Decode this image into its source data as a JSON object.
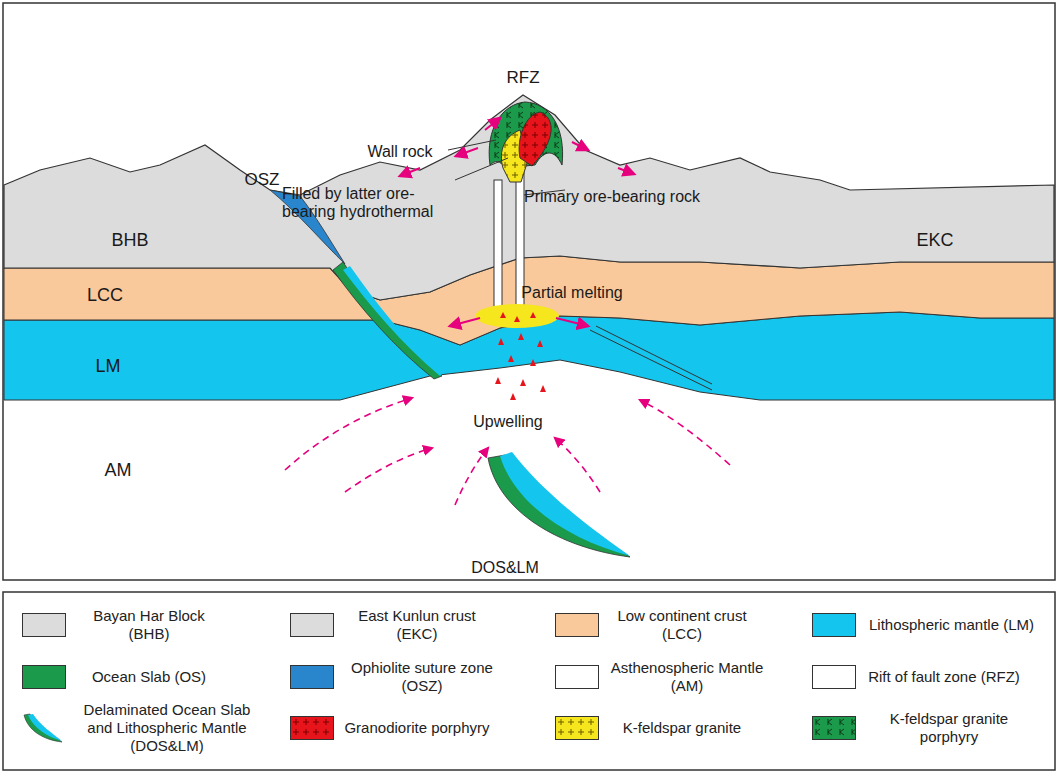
{
  "diagram": {
    "labels": [
      "RFZ",
      "OSZ",
      "BHB",
      "EKC",
      "LCC",
      "LM",
      "AM",
      "Wall rock",
      "Filled by latter ore-bearing hydrothermal",
      "Primary ore-bearing rock",
      "Partial melting",
      "Upwelling",
      "DOS&LM"
    ],
    "legend": [
      {
        "text": "Bayan Har Block (BHB)",
        "color": "#dcdcdc"
      },
      {
        "text": "East Kunlun crust (EKC)",
        "color": "#dcdcdc"
      },
      {
        "text": "Low continent crust (LCC)",
        "color": "#f9c99b"
      },
      {
        "text": "Lithospheric mantle (LM)",
        "color": "#14c6ee"
      },
      {
        "text": "Ocean Slab (OS)",
        "color": "#1a9a4a"
      },
      {
        "text": "Ophiolite suture zone (OSZ)",
        "color": "#2a86cc"
      },
      {
        "text": "Asthenospheric Mantle (AM)",
        "color": "#ffffff"
      },
      {
        "text": "Rift of fault zone (RFZ)",
        "color": "#ffffff"
      },
      {
        "text": "Delaminated Ocean Slab and Lithospheric Mantle (DOS&LM)"
      },
      {
        "text": "Granodiorite porphyry",
        "color": "#e8141c"
      },
      {
        "text": "K-feldspar granite",
        "color": "#f5e61e"
      },
      {
        "text": "K-feldspar granite porphyry",
        "color": "#1a9a4a"
      }
    ]
  }
}
